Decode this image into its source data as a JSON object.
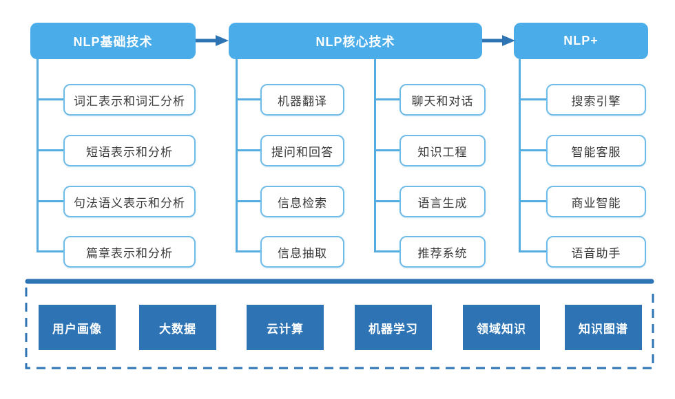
{
  "headers": [
    {
      "label": "NLP基础技术"
    },
    {
      "label": "NLP核心技术"
    },
    {
      "label": "NLP+"
    }
  ],
  "branches": {
    "basic": [
      "词汇表示和词汇分析",
      "短语表示和分析",
      "句法语义表示和分析",
      "篇章表示和分析"
    ],
    "core_left": [
      "机器翻译",
      "提问和回答",
      "信息检索",
      "信息抽取"
    ],
    "core_right": [
      "聊天和对话",
      "知识工程",
      "语言生成",
      "推荐系统"
    ],
    "nlp_plus": [
      "搜索引擎",
      "智能客服",
      "商业智能",
      "语音助手"
    ]
  },
  "foundation": [
    "用户画像",
    "大数据",
    "云计算",
    "机器学习",
    "领域知识",
    "知识图谱"
  ],
  "colors": {
    "header_blue": "#4AACE8",
    "connector_blue": "#55ACE0",
    "node_border_blue": "#6FBCE8",
    "dark_blue": "#2E74B5",
    "node_text": "#3A3A3A"
  }
}
